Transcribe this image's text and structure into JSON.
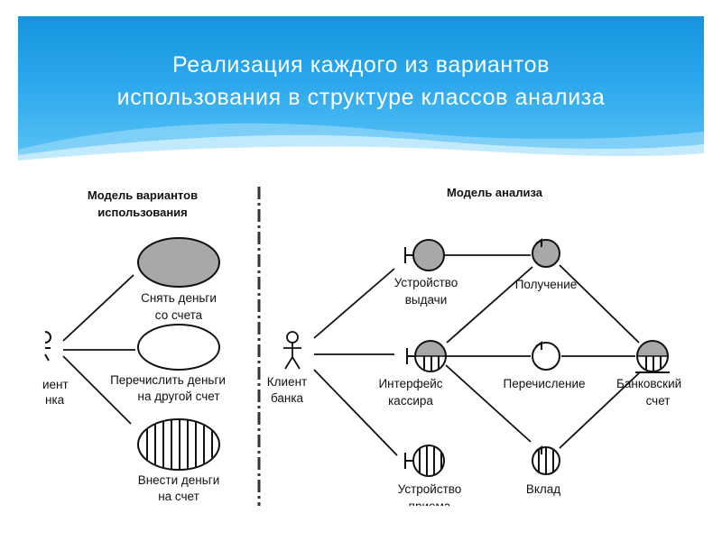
{
  "title": {
    "line1": "Реализация каждого из вариантов",
    "line2": "использования в структуре классов анализа"
  },
  "use_case_model": {
    "heading_line1": "Модель вариантов",
    "heading_line2": "использования",
    "actor_label_line1": "иент",
    "actor_label_line2": "нка",
    "use_cases": [
      {
        "line1": "Снять деньги",
        "line2": "со счета",
        "fill": "gray"
      },
      {
        "line1": "Перечислить деньги",
        "line2": "на другой счет",
        "fill": "white"
      },
      {
        "line1": "Внести деньги",
        "line2": "на счет",
        "fill": "striped"
      }
    ]
  },
  "analysis_model": {
    "heading": "Модель анализа",
    "actor_label_line1": "Клиент",
    "actor_label_line2": "банка",
    "classes": {
      "dispenser": {
        "line1": "Устройство",
        "line2": "выдачи"
      },
      "cashier": {
        "line1": "Интерфейс",
        "line2": "кассира"
      },
      "acceptor": {
        "line1": "Устройство",
        "line2": "приема"
      },
      "withdrawal": {
        "line1": "Получение"
      },
      "transfer": {
        "line1": "Перечисление"
      },
      "deposit": {
        "line1": "Вклад"
      },
      "account": {
        "line1": "Банковский",
        "line2": "счет"
      }
    }
  },
  "colors": {
    "header_blue": "#1a96df",
    "gray_fill": "#a8a8a8",
    "stroke": "#111111"
  }
}
